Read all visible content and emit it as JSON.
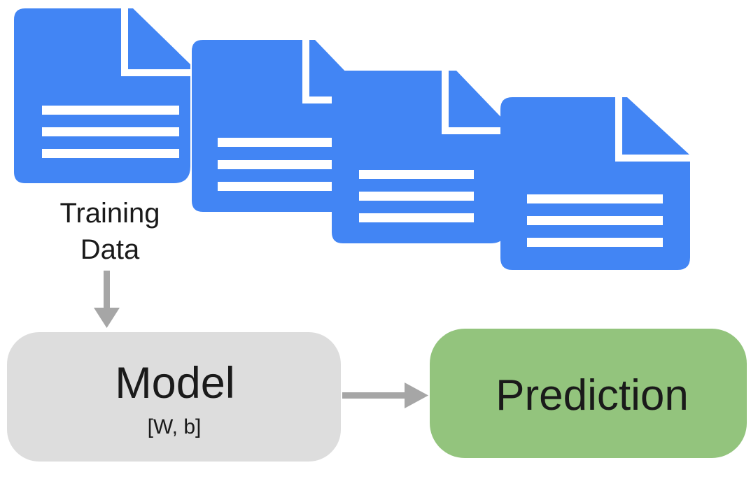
{
  "diagram": {
    "training_label_line1": "Training",
    "training_label_line2": "Data",
    "model_title": "Model",
    "model_params": "[W, b]",
    "prediction_title": "Prediction",
    "icons": [
      "document-icon",
      "document-icon",
      "document-icon",
      "document-icon"
    ],
    "colors": {
      "document": "#4285f4",
      "model_box": "#dddddd",
      "prediction_box": "#93c47d",
      "arrow": "#a6a6a6",
      "text": "#1a1a1a"
    }
  }
}
